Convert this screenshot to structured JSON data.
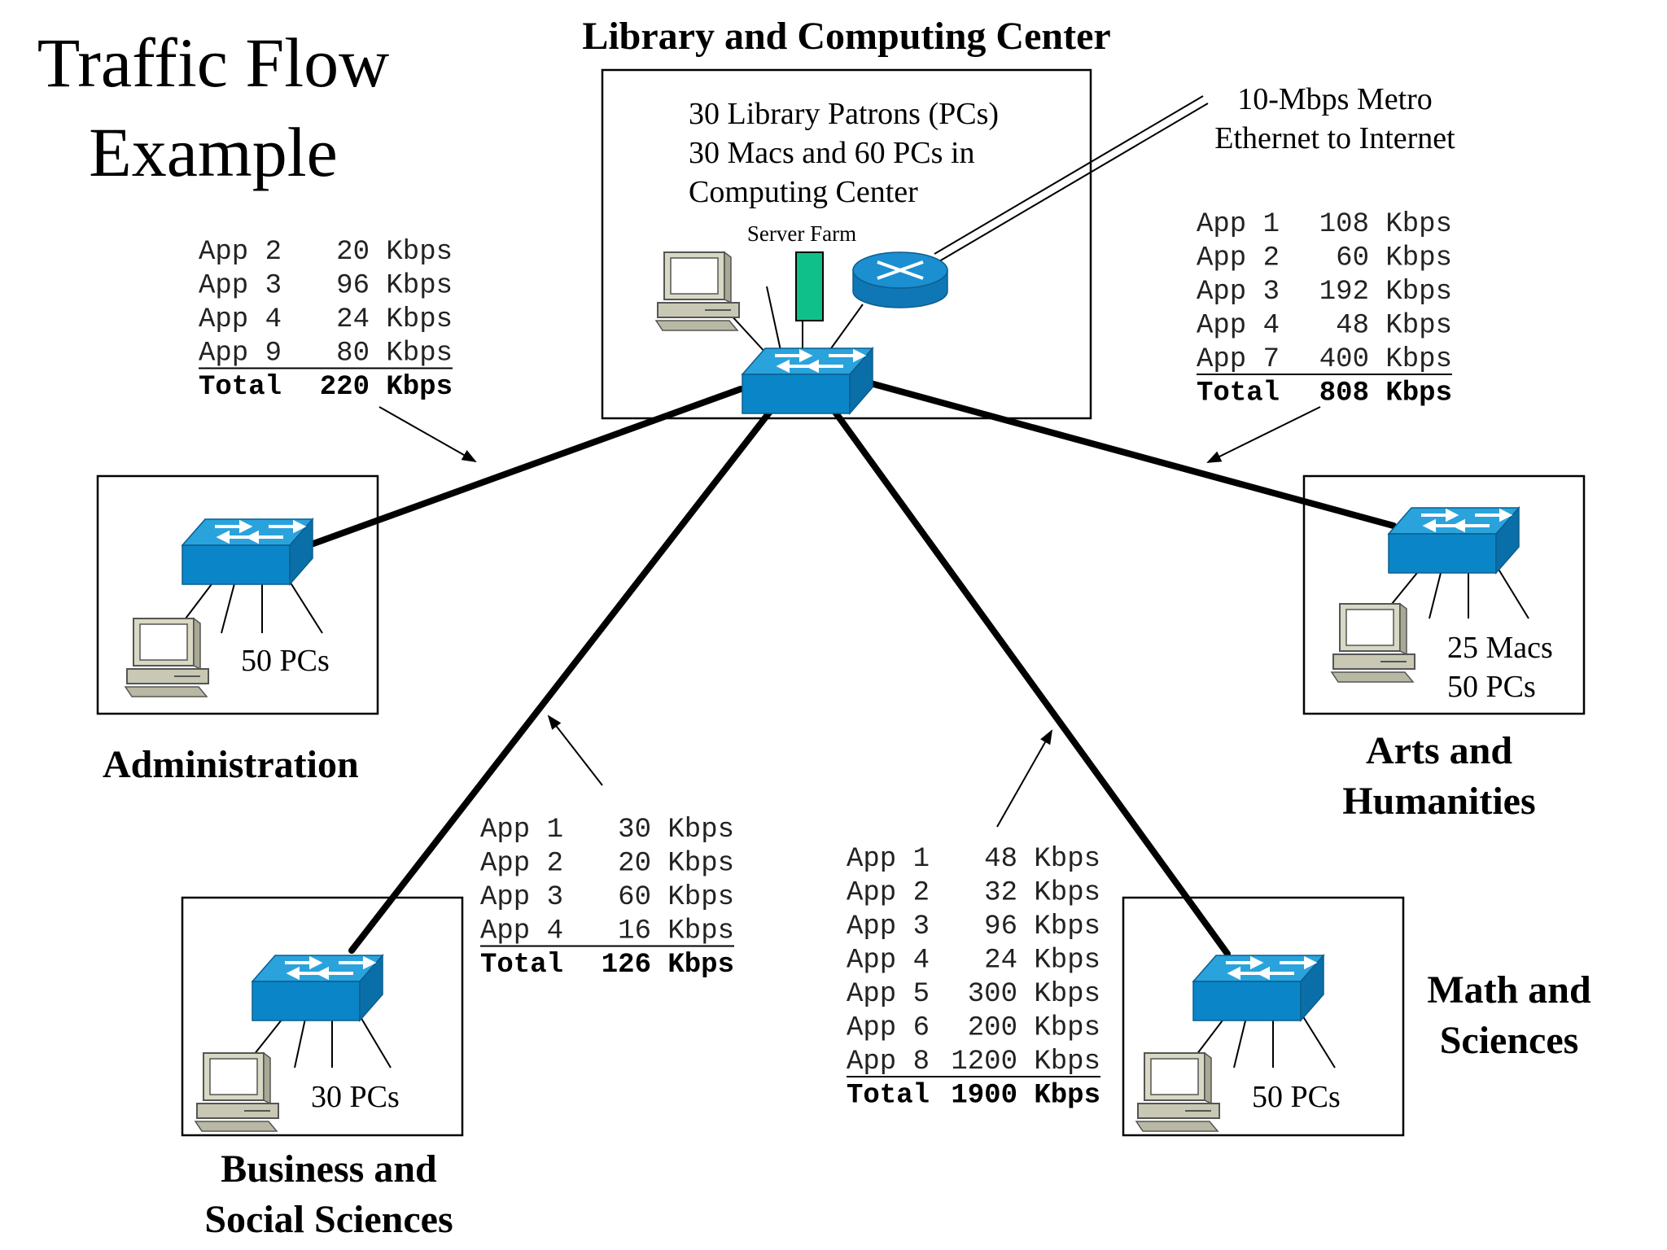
{
  "title_line1": "Traffic Flow",
  "title_line2": "Example",
  "center": {
    "label": "Library and Computing Center",
    "desc1": "30 Library Patrons (PCs)",
    "desc2": "30 Macs and 60 PCs in",
    "desc3": "Computing Center",
    "server_farm": "Server Farm"
  },
  "internet": {
    "line1": "10-Mbps Metro",
    "line2": "Ethernet to Internet"
  },
  "buildings": {
    "administration": {
      "label": "Administration",
      "hosts": "50 PCs"
    },
    "arts": {
      "label1": "Arts and",
      "label2": "Humanities",
      "hosts1": "25 Macs",
      "hosts2": "50 PCs"
    },
    "business": {
      "label1": "Business and",
      "label2": "Social Sciences",
      "hosts": "30 PCs"
    },
    "math": {
      "label1": "Math and",
      "label2": "Sciences",
      "hosts": "50 PCs"
    }
  },
  "flows": {
    "administration": {
      "rows": [
        {
          "app": "App 2",
          "rate": "20 Kbps"
        },
        {
          "app": "App 3",
          "rate": "96 Kbps"
        },
        {
          "app": "App 4",
          "rate": "24 Kbps"
        },
        {
          "app": "App 9",
          "rate": "80 Kbps"
        }
      ],
      "total_label": "Total",
      "total": "220 Kbps"
    },
    "arts": {
      "rows": [
        {
          "app": "App 1",
          "rate": "108 Kbps"
        },
        {
          "app": "App 2",
          "rate": "60 Kbps"
        },
        {
          "app": "App 3",
          "rate": "192 Kbps"
        },
        {
          "app": "App 4",
          "rate": "48 Kbps"
        },
        {
          "app": "App 7",
          "rate": "400 Kbps"
        }
      ],
      "total_label": "Total",
      "total": "808 Kbps"
    },
    "business": {
      "rows": [
        {
          "app": "App 1",
          "rate": "30 Kbps"
        },
        {
          "app": "App 2",
          "rate": "20 Kbps"
        },
        {
          "app": "App 3",
          "rate": "60 Kbps"
        },
        {
          "app": "App 4",
          "rate": "16 Kbps"
        }
      ],
      "total_label": "Total",
      "total": "126 Kbps"
    },
    "math": {
      "rows": [
        {
          "app": "App 1",
          "rate": "48 Kbps"
        },
        {
          "app": "App 2",
          "rate": "32 Kbps"
        },
        {
          "app": "App 3",
          "rate": "96 Kbps"
        },
        {
          "app": "App 4",
          "rate": "24 Kbps"
        },
        {
          "app": "App 5",
          "rate": "300 Kbps"
        },
        {
          "app": "App 6",
          "rate": "200 Kbps"
        },
        {
          "app": "App 8",
          "rate": "1200 Kbps"
        }
      ],
      "total_label": "Total",
      "total": "1900 Kbps"
    }
  },
  "colors": {
    "switch_top": "#2aa3dd",
    "switch_front": "#0a86c8",
    "switch_side": "#0a6fa8",
    "router": "#1b8fd0",
    "server": "#10c08a",
    "pc_body": "#c8c8b4"
  }
}
